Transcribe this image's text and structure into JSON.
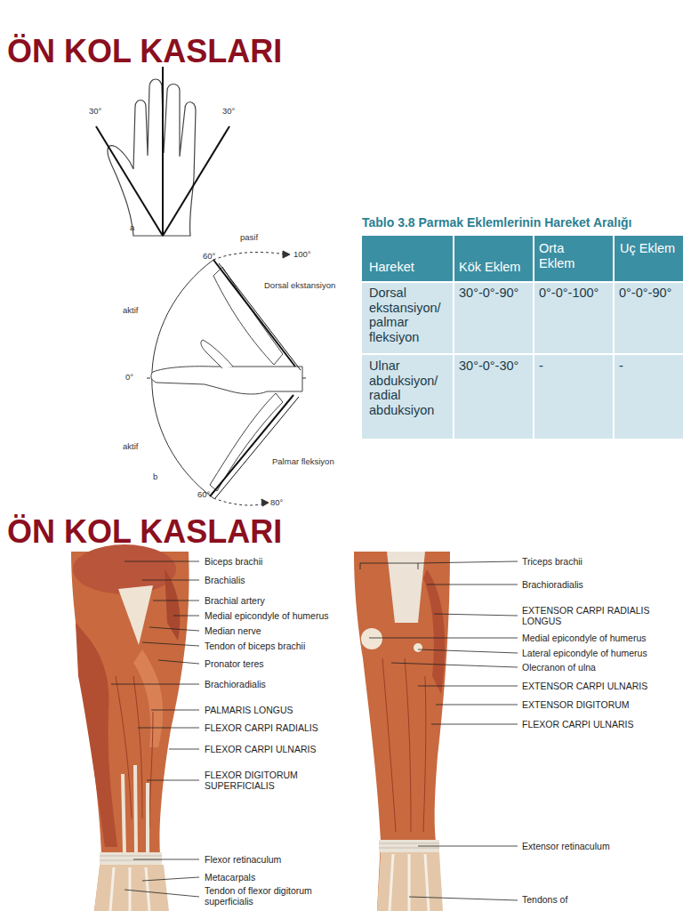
{
  "diagram": {
    "title": "ÖN KOL KASLARI",
    "labels": [
      "30°",
      "30°",
      "a",
      "pasif",
      "60°",
      "100°",
      "Dorsal ekstansiyon",
      "aktif",
      "0°",
      "aktif",
      "Palmar fleksiyon",
      "b",
      "60°",
      "80°",
      "Tablo 3.8 Parmak Eklemlerinin Hareket Aralığı",
      "Hareket",
      "Kök Eklem",
      "Orta Eklem",
      "Uç Eklem",
      "Dorsal ekstansiyon/ palmar fleksiyon",
      "30°-0°-90°",
      "0°-0°-100°",
      "0°-0°-90°",
      "Ulnar abduksiyon/ radial abduksiyon",
      "30°-0°-30°",
      "-",
      "-",
      "ÖN KOL KASLARI",
      "Biceps brachii",
      "Brachialis",
      "Brachial artery",
      "Medial epicondyle of humerus",
      "Median nerve",
      "Tendon of biceps brachii",
      "Pronator teres",
      "Brachioradialis",
      "PALMARIS LONGUS",
      "FLEXOR CARPI RADIALIS",
      "FLEXOR CARPI ULNARIS",
      "FLEXOR DIGITORUM SUPERFICIALIS",
      "Flexor retinaculum",
      "Metacarpals",
      "Tendon of flexor digitorum superficialis",
      "Triceps brachii",
      "Brachioradialis",
      "EXTENSOR CARPI RADIALIS LONGUS",
      "Medial epicondyle of humerus",
      "Lateral epicondyle of humerus",
      "Olecranon of ulna",
      "EXTENSOR CARPI ULNARIS",
      "EXTENSOR DIGITORUM",
      "FLEXOR CARPI ULNARIS",
      "Extensor retinaculum",
      "Tendons of"
    ]
  }
}
